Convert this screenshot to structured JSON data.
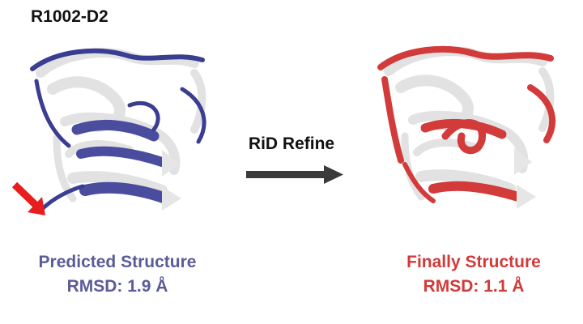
{
  "title": "R1002-D2",
  "arrow_label": "RiD Refine",
  "predicted": {
    "label": "Predicted Structure",
    "rmsd": "RMSD: 1.9 Å",
    "color": "#5b5b9a",
    "ribbon_color": "#3a3d92"
  },
  "final": {
    "label": "Finally Structure",
    "rmsd": "RMSD: 1.1 Å",
    "color": "#d23a3a",
    "ribbon_color": "#d33a3a"
  },
  "highlight_arrow_color": "#e81e1e",
  "reference_color": "#e6e6e6"
}
